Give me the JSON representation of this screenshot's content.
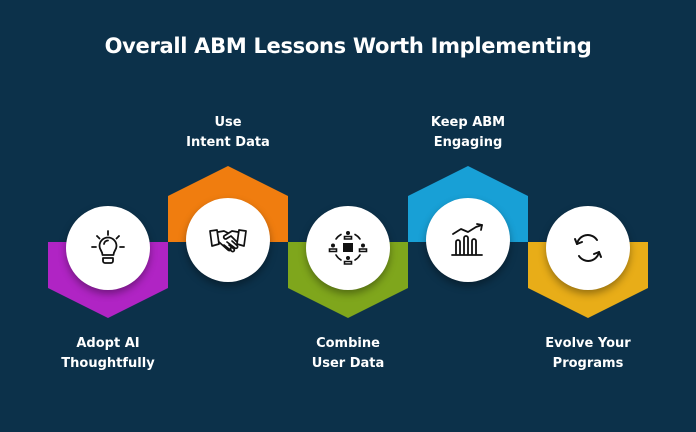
{
  "title": "Overall ABM Lessons Worth Implementing",
  "colors": {
    "background": "#0c314a",
    "purple": "#b024c4",
    "orange": "#f07d0f",
    "green": "#7fa61c",
    "blue": "#18a0d6",
    "yellow": "#e8ad18",
    "circle": "#ffffff"
  },
  "steps": [
    {
      "line1": "Adopt AI",
      "line2": "Thoughtfully",
      "icon": "lightbulb-icon",
      "color": "purple",
      "direction": "down"
    },
    {
      "line1": "Use",
      "line2": "Intent Data",
      "icon": "handshake-icon",
      "color": "orange",
      "direction": "up"
    },
    {
      "line1": "Combine",
      "line2": "User Data",
      "icon": "network-users-icon",
      "color": "green",
      "direction": "down"
    },
    {
      "line1": "Keep ABM",
      "line2": "Engaging",
      "icon": "growth-chart-icon",
      "color": "blue",
      "direction": "up"
    },
    {
      "line1": "Evolve Your",
      "line2": "Programs",
      "icon": "refresh-cycle-icon",
      "color": "yellow",
      "direction": "down"
    }
  ]
}
